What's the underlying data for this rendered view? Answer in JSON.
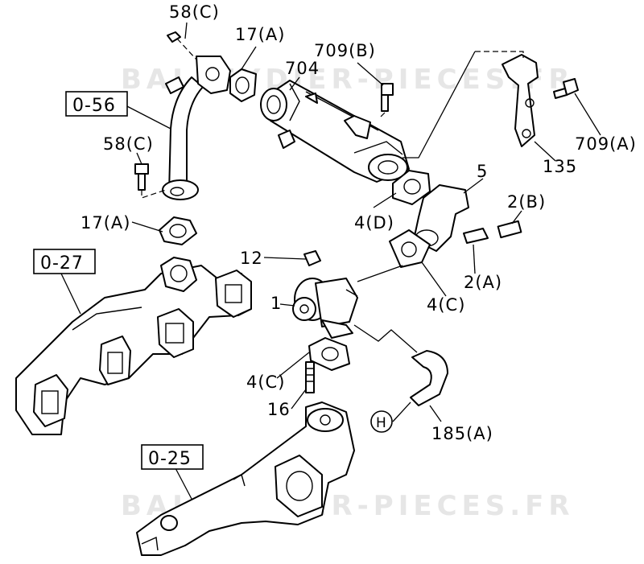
{
  "watermark": "BALLEYDIER-PIECES.FR",
  "reference_boxes": {
    "ref_056": "0-56",
    "ref_027": "0-27",
    "ref_025": "0-25"
  },
  "callouts": {
    "c_58c_top": "58(C)",
    "c_17a_top": "17(A)",
    "c_709b": "709(B)",
    "c_704": "704",
    "c_58c_mid": "58(C)",
    "c_709a": "709(A)",
    "c_135": "135",
    "c_5": "5",
    "c_2b": "2(B)",
    "c_17a_mid": "17(A)",
    "c_4d": "4(D)",
    "c_12": "12",
    "c_1": "1",
    "c_2a": "2(A)",
    "c_4c_right": "4(C)",
    "c_4c_low": "4(C)",
    "c_16": "16",
    "c_h": "H",
    "c_185a": "185(A)"
  }
}
